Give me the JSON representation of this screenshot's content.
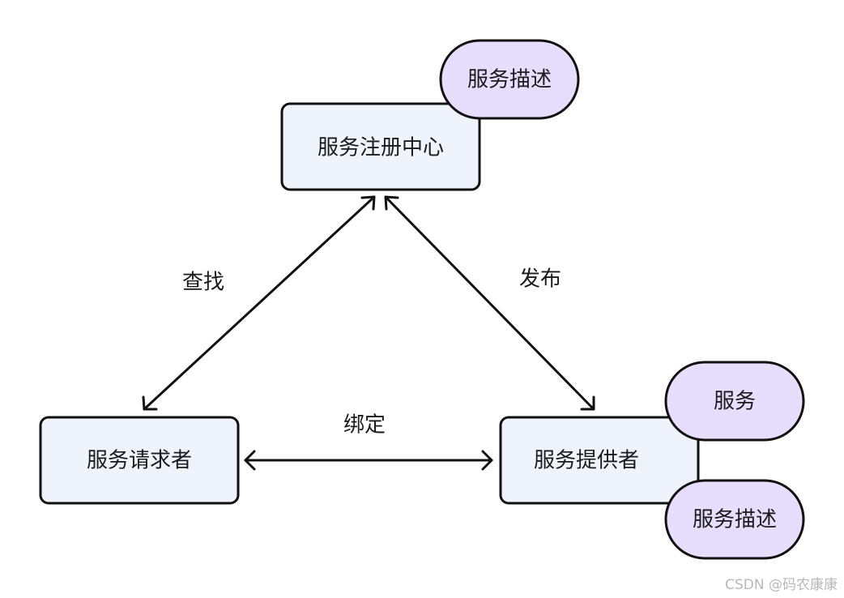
{
  "colors": {
    "box_fill": "#eef3fc",
    "pill_fill": "#e6defc",
    "stroke": "#111111"
  },
  "nodes": {
    "registry": "服务注册中心",
    "registry_desc": "服务描述",
    "requester": "服务请求者",
    "provider": "服务提供者",
    "provider_service": "服务",
    "provider_desc": "服务描述"
  },
  "edges": {
    "find": "查找",
    "publish": "发布",
    "bind": "绑定"
  },
  "watermark": "CSDN @码农康康"
}
